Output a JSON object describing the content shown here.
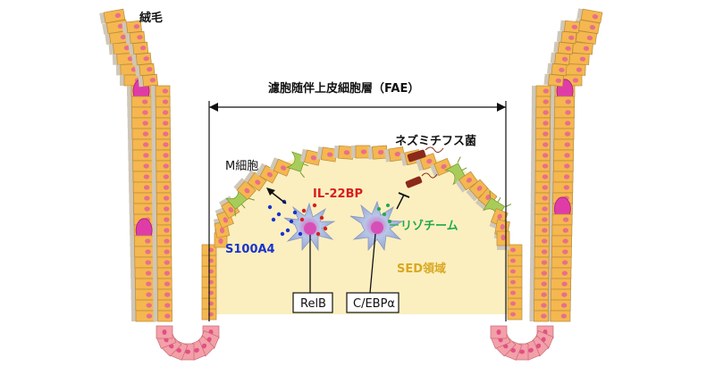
{
  "labels": {
    "villi": "絨毛",
    "fae": "濾胞随伴上皮細胞層（FAE）",
    "m_cell": "M細胞",
    "salmonella": "ネズミチフス菌",
    "il22bp": "IL-22BP",
    "s100a4": "S100A4",
    "lysozyme": "リゾチーム",
    "sed": "SED領域",
    "relb": "RelB",
    "cebpa": "C/EBPα"
  },
  "colors": {
    "epithelium": "#f5b74f",
    "epithelium_outline": "#b98a3a",
    "nucleus": "#e86f8b",
    "goblet": "#e03ca8",
    "m_cell_green": "#a8cc5a",
    "dome": "#fbefc0",
    "il22bp_red": "#d81e1e",
    "s100a4_blue": "#1a33cc",
    "lysozyme_green": "#22a84a",
    "sed_gold": "#d9a820",
    "bacterium": "#8b2a1a",
    "cell_body": "#aab8d8"
  }
}
